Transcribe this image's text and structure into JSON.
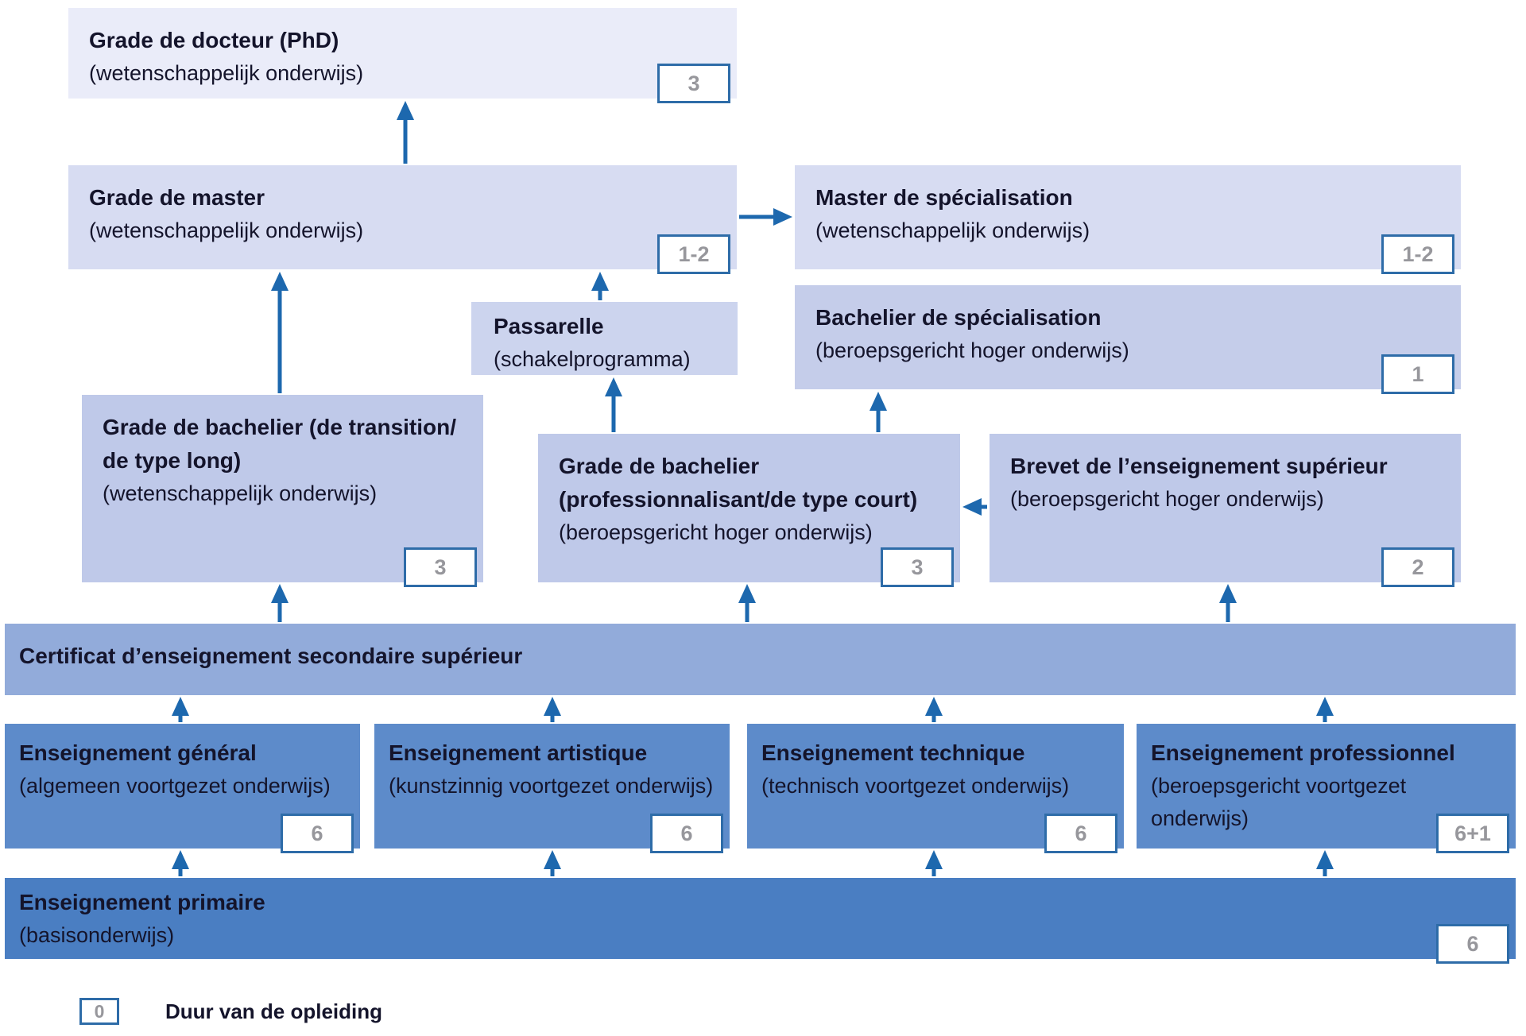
{
  "colors": {
    "arrow": "#1d68ae",
    "badge_border": "#2e6ca8",
    "badge_text": "#97979c",
    "level_phd": "#eaecf9",
    "level_master": "#d7dcf2",
    "level_passarelle": "#ccd4ee",
    "level_bachelier_spe": "#c5cdea",
    "level_bachelier": "#bfc9e9",
    "level_certificat": "#92abda",
    "level_secondaire": "#5d8bca",
    "level_primaire": "#4a7ec2",
    "text": "#14142b"
  },
  "nodes": {
    "phd": {
      "title_lines": [
        "Grade de docteur (PhD)"
      ],
      "sub_lines": [
        "(wetenschappelijk onderwijs)"
      ],
      "badge": "3"
    },
    "master": {
      "title_lines": [
        "Grade de master"
      ],
      "sub_lines": [
        "(wetenschappelijk onderwijs)"
      ],
      "badge": "1-2"
    },
    "master_spe": {
      "title_lines": [
        "Master de spécialisation"
      ],
      "sub_lines": [
        "(wetenschappelijk onderwijs)"
      ],
      "badge": "1-2"
    },
    "passarelle": {
      "title_lines": [
        "Passarelle"
      ],
      "sub_lines": [
        "(schakelprogramma)"
      ]
    },
    "bachelier_spe": {
      "title_lines": [
        "Bachelier de spécialisation"
      ],
      "sub_lines": [
        "(beroepsgericht hoger onderwijs)"
      ],
      "badge": "1"
    },
    "bach_trans": {
      "title_lines": [
        "Grade de bachelier (de transition/",
        "de type long)"
      ],
      "sub_lines": [
        "(wetenschappelijk onderwijs)"
      ],
      "badge": "3"
    },
    "bach_prof": {
      "title_lines": [
        "Grade de bachelier",
        "(professionnalisant/de type court)"
      ],
      "sub_lines": [
        "(beroepsgericht hoger onderwijs)"
      ],
      "badge": "3"
    },
    "brevet": {
      "title_lines": [
        "Brevet de l’enseignement supérieur"
      ],
      "sub_lines": [
        "(beroepsgericht hoger onderwijs)"
      ],
      "badge": "2"
    },
    "certificat": {
      "title_lines": [
        "Certificat d’enseignement secondaire supérieur"
      ]
    },
    "general": {
      "title_lines": [
        "Enseignement général"
      ],
      "sub_lines": [
        "(algemeen voortgezet onderwijs)"
      ],
      "badge": "6"
    },
    "artistique": {
      "title_lines": [
        "Enseignement artistique"
      ],
      "sub_lines": [
        "(kunstzinnig voortgezet onderwijs)"
      ],
      "badge": "6"
    },
    "technique": {
      "title_lines": [
        "Enseignement technique"
      ],
      "sub_lines": [
        "(technisch voortgezet onderwijs)"
      ],
      "badge": "6"
    },
    "professionnel": {
      "title_lines": [
        "Enseignement professionnel"
      ],
      "sub_lines": [
        "(beroepsgericht voortgezet",
        "onderwijs)"
      ],
      "badge": "6+1"
    },
    "primaire": {
      "title_lines": [
        "Enseignement primaire"
      ],
      "sub_lines": [
        "(basisonderwijs)"
      ],
      "badge": "6"
    }
  },
  "legend": {
    "badge": "0",
    "label": "Duur van de opleiding"
  }
}
